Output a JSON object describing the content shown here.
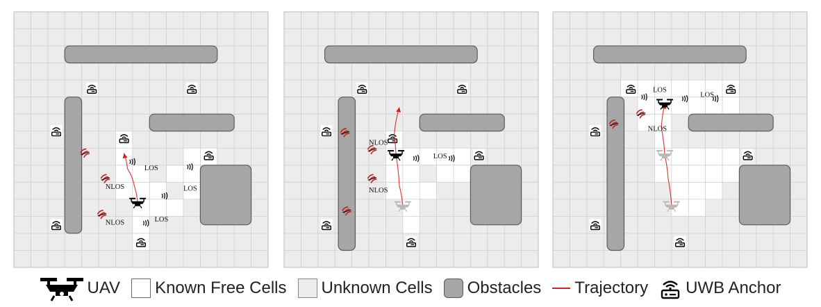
{
  "panels": [
    {
      "obstacles": [
        [
          3,
          2,
          9,
          1
        ],
        [
          3,
          5,
          1,
          8
        ],
        [
          8,
          6,
          5,
          1
        ],
        [
          11,
          9,
          3,
          3.5
        ]
      ],
      "free_cells": [
        [
          6,
          7
        ],
        [
          6,
          8
        ],
        [
          7,
          9
        ],
        [
          8,
          10
        ],
        [
          7,
          10
        ],
        [
          7,
          11
        ],
        [
          7,
          12
        ],
        [
          7,
          13
        ],
        [
          8,
          11
        ],
        [
          9,
          11
        ],
        [
          10,
          10
        ],
        [
          10,
          9
        ],
        [
          11,
          8
        ],
        [
          10,
          8
        ],
        [
          9,
          9
        ],
        [
          6,
          9
        ],
        [
          6,
          10
        ]
      ],
      "anchors": [
        [
          4.6,
          4.5
        ],
        [
          10.5,
          4.5
        ],
        [
          2.5,
          7
        ],
        [
          2.5,
          12.5
        ],
        [
          6.5,
          7.4
        ],
        [
          11.5,
          8.4
        ],
        [
          7.5,
          13.5
        ]
      ],
      "uav": [
        7.3,
        11.2
      ],
      "ghost_uavs": [],
      "trajectory": [
        [
          7.3,
          11.2
        ],
        [
          7.1,
          10.2
        ],
        [
          6.7,
          9.2
        ],
        [
          6.5,
          8.3
        ]
      ],
      "blocked_marks": [
        [
          4.2,
          8.3
        ],
        [
          5.4,
          9.8
        ],
        [
          5.2,
          11.9
        ]
      ],
      "los_labels": [
        {
          "x": 7.7,
          "y": 9.3,
          "text": "LOS"
        },
        {
          "x": 10.0,
          "y": 10.5,
          "text": "LOS"
        },
        {
          "x": 8.3,
          "y": 12.3,
          "text": "LOS"
        }
      ],
      "nlos_labels": [
        {
          "x": 5.4,
          "y": 10.4,
          "text": "NLOS"
        },
        {
          "x": 5.4,
          "y": 12.5,
          "text": "NLOS"
        }
      ],
      "signals": [
        [
          7.0,
          8.8
        ],
        [
          10.4,
          9.1
        ],
        [
          8.9,
          10.8
        ],
        [
          7.8,
          12.4
        ]
      ]
    },
    {
      "obstacles": [
        [
          2.4,
          2,
          9,
          1
        ],
        [
          3.2,
          5,
          1,
          9
        ],
        [
          8,
          6,
          5,
          1
        ],
        [
          11,
          9,
          3,
          3.5
        ]
      ],
      "free_cells": [
        [
          6,
          7
        ],
        [
          6,
          8
        ],
        [
          7,
          9
        ],
        [
          7,
          10
        ],
        [
          7,
          11
        ],
        [
          7,
          12
        ],
        [
          8,
          10
        ],
        [
          9,
          9
        ],
        [
          8,
          8
        ],
        [
          9,
          8
        ],
        [
          10,
          8
        ],
        [
          10,
          9
        ],
        [
          7,
          8
        ],
        [
          6,
          9
        ],
        [
          6,
          10
        ]
      ],
      "anchors": [
        [
          4.6,
          4.5
        ],
        [
          10.5,
          4.5
        ],
        [
          2.5,
          7
        ],
        [
          2.5,
          12.5
        ],
        [
          6.4,
          7.4
        ],
        [
          11.5,
          8.4
        ],
        [
          7.5,
          13.5
        ]
      ],
      "uav": [
        6.6,
        8.4
      ],
      "ghost_uavs": [
        [
          7.0,
          11.4
        ]
      ],
      "trajectory": [
        [
          7.0,
          11.4
        ],
        [
          6.8,
          10.2
        ],
        [
          6.6,
          8.4
        ],
        [
          6.5,
          7.2
        ],
        [
          6.8,
          5.6
        ]
      ],
      "blocked_marks": [
        [
          3.6,
          7.1
        ],
        [
          5.2,
          8.1
        ],
        [
          5.2,
          9.8
        ],
        [
          3.7,
          11.7
        ]
      ],
      "los_labels": [
        {
          "x": 8.8,
          "y": 8.6,
          "text": "LOS"
        }
      ],
      "nlos_labels": [
        {
          "x": 5.0,
          "y": 7.8,
          "text": "NLOS"
        },
        {
          "x": 5.0,
          "y": 10.6,
          "text": "NLOS"
        }
      ],
      "signals": [
        [
          7.8,
          8.6
        ],
        [
          9.9,
          8.6
        ]
      ]
    },
    {
      "obstacles": [
        [
          2.4,
          2,
          9,
          1
        ],
        [
          3.2,
          5,
          1,
          9
        ],
        [
          8,
          6,
          5,
          1
        ],
        [
          11,
          9,
          3,
          3.5
        ]
      ],
      "free_cells": [
        [
          4,
          4
        ],
        [
          5,
          4
        ],
        [
          6,
          4
        ],
        [
          7,
          4
        ],
        [
          8,
          4
        ],
        [
          9,
          4
        ],
        [
          10,
          4
        ],
        [
          6,
          5
        ],
        [
          7,
          5
        ],
        [
          8,
          5
        ],
        [
          9,
          5
        ],
        [
          10,
          5
        ],
        [
          6,
          6
        ],
        [
          6,
          7
        ],
        [
          6,
          8
        ],
        [
          7,
          8
        ],
        [
          8,
          8
        ],
        [
          9,
          8
        ],
        [
          10,
          8
        ],
        [
          6,
          9
        ],
        [
          7,
          9
        ],
        [
          8,
          9
        ],
        [
          9,
          9
        ],
        [
          10,
          9
        ],
        [
          7,
          10
        ],
        [
          8,
          10
        ],
        [
          9,
          10
        ],
        [
          7,
          11
        ],
        [
          8,
          11
        ],
        [
          5,
          5
        ],
        [
          5,
          6
        ]
      ],
      "anchors": [
        [
          4.6,
          4.5
        ],
        [
          10.5,
          4.5
        ],
        [
          2.5,
          7
        ],
        [
          2.5,
          12.5
        ],
        [
          11.5,
          8.4
        ],
        [
          7.5,
          13.5
        ]
      ],
      "uav": [
        6.6,
        5.4
      ],
      "ghost_uavs": [
        [
          6.6,
          8.4
        ],
        [
          7.0,
          11.4
        ]
      ],
      "trajectory": [
        [
          7.0,
          11.4
        ],
        [
          6.8,
          9.8
        ],
        [
          6.6,
          8.4
        ],
        [
          6.4,
          6.8
        ],
        [
          6.6,
          5.4
        ]
      ],
      "blocked_marks": [
        [
          3.6,
          6.6
        ],
        [
          5.2,
          6.0
        ]
      ],
      "los_labels": [
        {
          "x": 5.9,
          "y": 4.7,
          "text": "LOS"
        },
        {
          "x": 8.7,
          "y": 5.0,
          "text": "LOS"
        }
      ],
      "nlos_labels": [
        {
          "x": 5.6,
          "y": 7.0,
          "text": "NLOS"
        }
      ],
      "signals": [
        [
          5.4,
          5.0
        ],
        [
          7.8,
          5.1
        ],
        [
          9.6,
          5.1
        ]
      ]
    }
  ],
  "legend": {
    "uav": "UAV",
    "free": "Known Free Cells",
    "unknown": "Unknown Cells",
    "obstacles": "Obstacles",
    "trajectory": "Trajectory",
    "anchor": "UWB Anchor"
  },
  "colors": {
    "unknown": "#ececec",
    "grid": "#cfcfcf",
    "obstacle": "#a6a6a6",
    "trajectory": "#d32020",
    "blocked": "#c41e1e"
  }
}
